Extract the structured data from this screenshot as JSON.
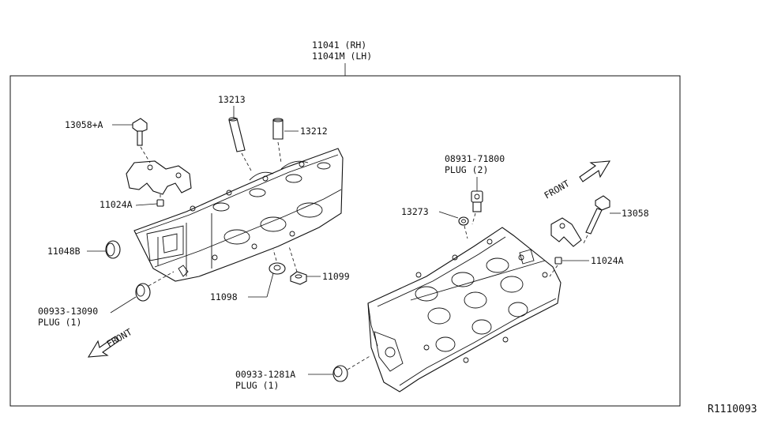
{
  "diagram": {
    "frame_title": [
      "11041 (RH)",
      "11041M (LH)"
    ],
    "reference_code": "R1110093",
    "front_arrow_left": "FRONT",
    "front_arrow_right": "FRONT",
    "callouts": [
      {
        "id": "13213",
        "lines": [
          "13213"
        ]
      },
      {
        "id": "13212",
        "lines": [
          "13212"
        ]
      },
      {
        "id": "13058a",
        "lines": [
          "13058+A"
        ]
      },
      {
        "id": "11024a_left",
        "lines": [
          "11024A"
        ]
      },
      {
        "id": "11048b",
        "lines": [
          "11048B"
        ]
      },
      {
        "id": "00933_13090",
        "lines": [
          "00933-13090",
          "PLUG (1)"
        ]
      },
      {
        "id": "11098",
        "lines": [
          "11098"
        ]
      },
      {
        "id": "11099",
        "lines": [
          "11099"
        ]
      },
      {
        "id": "08931_71800",
        "lines": [
          "08931-71800",
          "PLUG (2)"
        ]
      },
      {
        "id": "13273",
        "lines": [
          "13273"
        ]
      },
      {
        "id": "13058",
        "lines": [
          "13058"
        ]
      },
      {
        "id": "11024a_right",
        "lines": [
          "11024A"
        ]
      },
      {
        "id": "00933_1281a",
        "lines": [
          "00933-1281A",
          "PLUG (1)"
        ]
      }
    ]
  }
}
